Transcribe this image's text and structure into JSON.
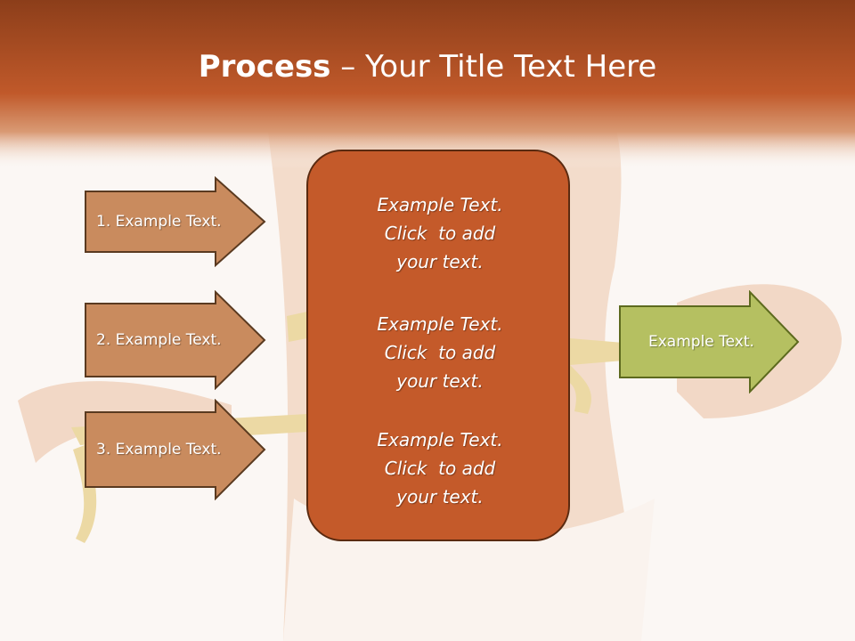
{
  "title": {
    "bold": "Process",
    "rest": " – Your Title Text Here"
  },
  "left_arrows": [
    {
      "label": "1. Example Text."
    },
    {
      "label": "2. Example Text."
    },
    {
      "label": "3. Example Text."
    }
  ],
  "center_box": {
    "blocks": [
      {
        "line1": "Example Text.",
        "line2": "Click  to add",
        "line3": "your text."
      },
      {
        "line1": "Example Text.",
        "line2": "Click  to add",
        "line3": "your text."
      },
      {
        "line1": "Example Text.",
        "line2": "Click  to add",
        "line3": "your text."
      }
    ]
  },
  "right_arrow": {
    "label": "Example Text."
  },
  "colors": {
    "title_bar": "#b4501e",
    "left_arrow_fill": "#c98b5e",
    "left_arrow_stroke": "#5a3a20",
    "center_fill": "#c45a2a",
    "right_arrow_fill": "#b5c061",
    "right_arrow_stroke": "#5d6a1e"
  }
}
